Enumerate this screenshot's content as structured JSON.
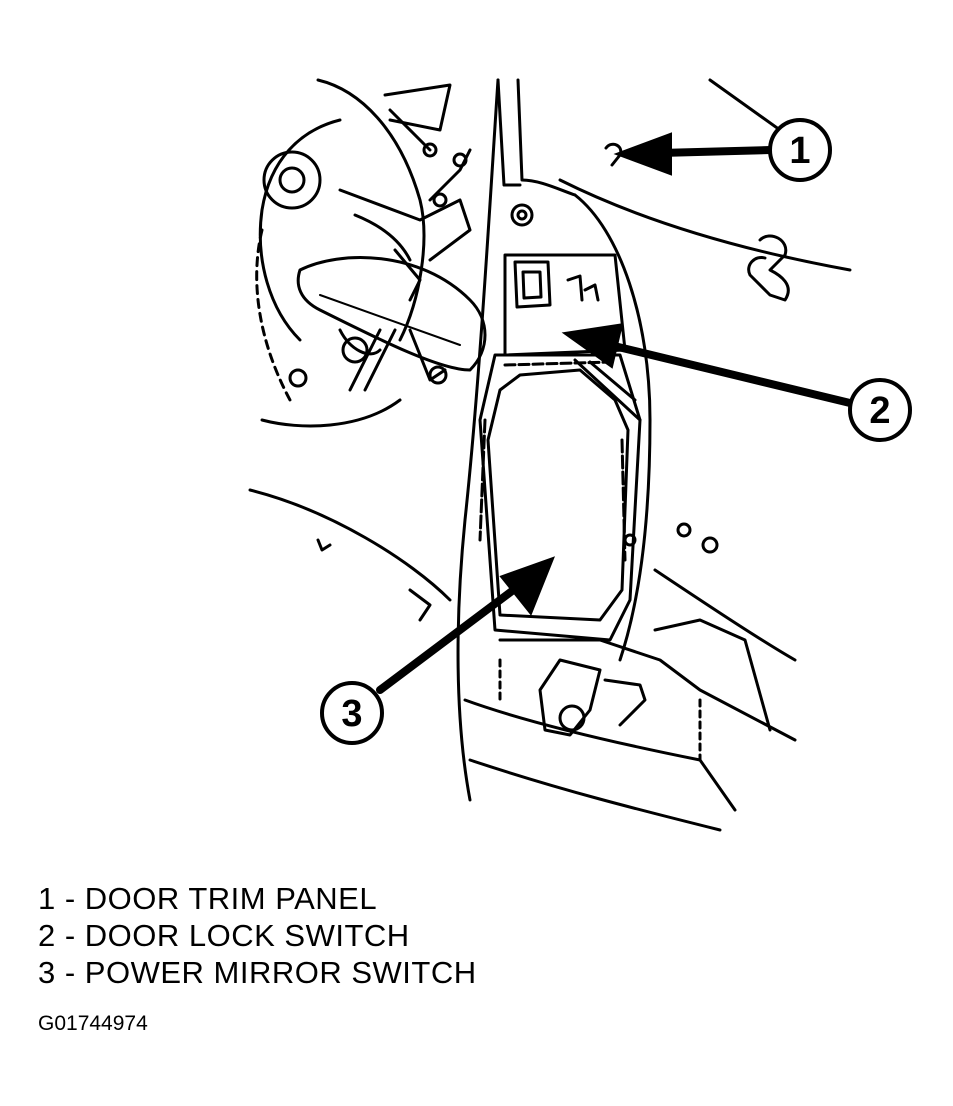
{
  "callouts": [
    {
      "number": "1",
      "label": "DOOR TRIM PANEL"
    },
    {
      "number": "2",
      "label": "DOOR LOCK SWITCH"
    },
    {
      "number": "3",
      "label": "POWER MIRROR SWITCH"
    }
  ],
  "legend": [
    "1 - DOOR TRIM PANEL",
    "2 - DOOR LOCK SWITCH",
    "3 - POWER MIRROR SWITCH"
  ],
  "figure_code": "G01744974",
  "colors": {
    "ink": "#000000",
    "paper": "#ffffff"
  }
}
